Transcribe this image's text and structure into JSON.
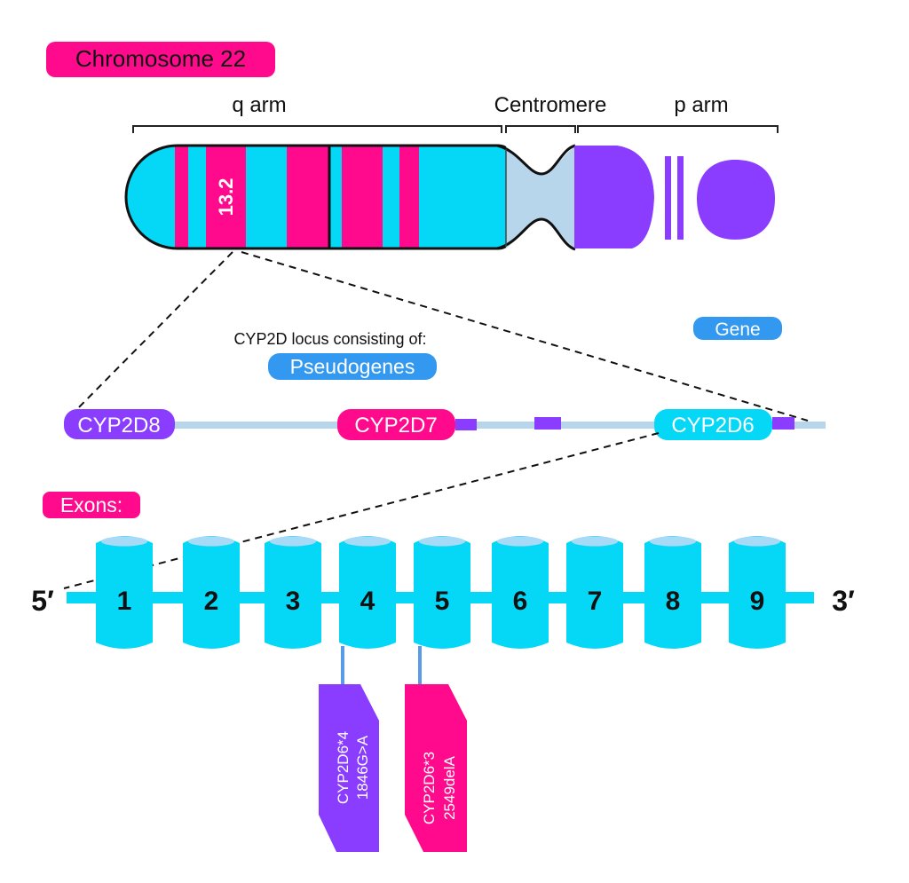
{
  "title": "Chromosome 22",
  "regions": {
    "q_arm": "q arm",
    "centromere": "Centromere",
    "p_arm": "p arm"
  },
  "band_label": "13.2",
  "locus": {
    "caption": "CYP2D locus consisting of:",
    "pseudogenes_label": "Pseudogenes",
    "gene_label": "Gene",
    "genes": [
      {
        "name": "CYP2D8",
        "type": "pseudogene",
        "color": "#8a3cff"
      },
      {
        "name": "CYP2D7",
        "type": "pseudogene",
        "color": "#ff0a8c"
      },
      {
        "name": "CYP2D6",
        "type": "gene",
        "color": "#05d8f7"
      }
    ]
  },
  "exons": {
    "label": "Exons:",
    "five_prime": "5′",
    "three_prime": "3′",
    "numbers": [
      "1",
      "2",
      "3",
      "4",
      "5",
      "6",
      "7",
      "8",
      "9"
    ]
  },
  "variants": [
    {
      "allele": "CYP2D6*4",
      "mutation": "1846G>A",
      "exon": "4",
      "color": "#8a3cff"
    },
    {
      "allele": "CYP2D6*3",
      "mutation": "2549delA",
      "exon": "5",
      "color": "#ff0a8c"
    }
  ],
  "colors": {
    "cyan": "#05d8f7",
    "magenta": "#ff0a8c",
    "purple": "#8a3cff",
    "light_blue": "#b7d6ec",
    "blue": "#3399f0"
  }
}
